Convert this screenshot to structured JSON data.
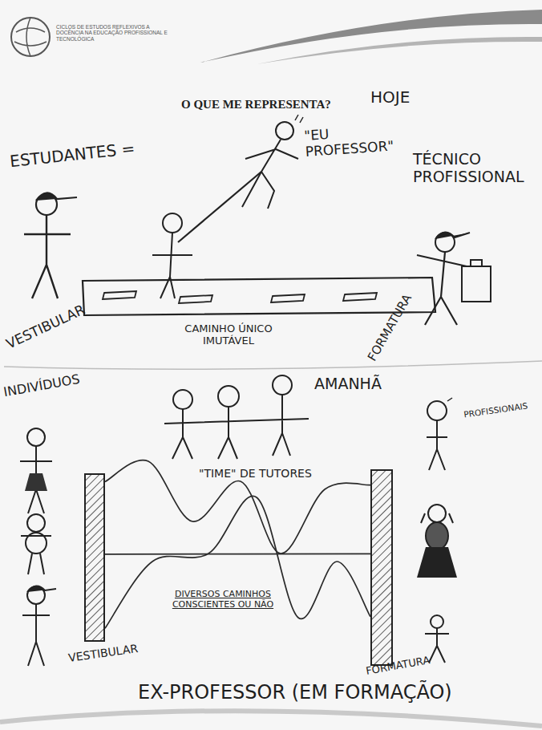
{
  "diagram": {
    "title": "O QUE ME REPRESENTA?",
    "nodes": [
      {
        "text": [
          "CAMINHO ÚNICO IMUTÁVEL"
        ]
      },
      {
        "text": [
          "VESTIBULAR"
        ]
      },
      {
        "text": [
          "FORMATURA"
        ]
      }
    ],
    "edges": [
      {
        "from": 1,
        "to": 2,
        "arrow": "none"
      },
      {
        "from": 1,
        "to": 2,
        "arrow": "none"
      },
      {
        "from": 1,
        "to": 2,
        "arrow": "none"
      }
    ],
    "labels": [
      "CICLOS DE ESTUDOS REFLEXIVOS A DOCÊNCIA NA EDUCAÇÃO PROFISSIONAL E TECNOLÓGICA",
      "HOJE",
      "ESTUDANTES =",
      "\"EU PROFESSOR\"",
      "TÉCNICO PROFISSIONAL",
      "VESTIBULAR",
      "FORMATURA",
      "INDIVÍDUOS",
      "AMANHÃ",
      "\"TIME\" DE TUTORES",
      "PROFISSIONAIS",
      "DIVERSOS CAMINHOS CONSCIENTES OU NÃO",
      "EX-PROFESSOR (EM FORMAÇÃO)"
    ]
  }
}
